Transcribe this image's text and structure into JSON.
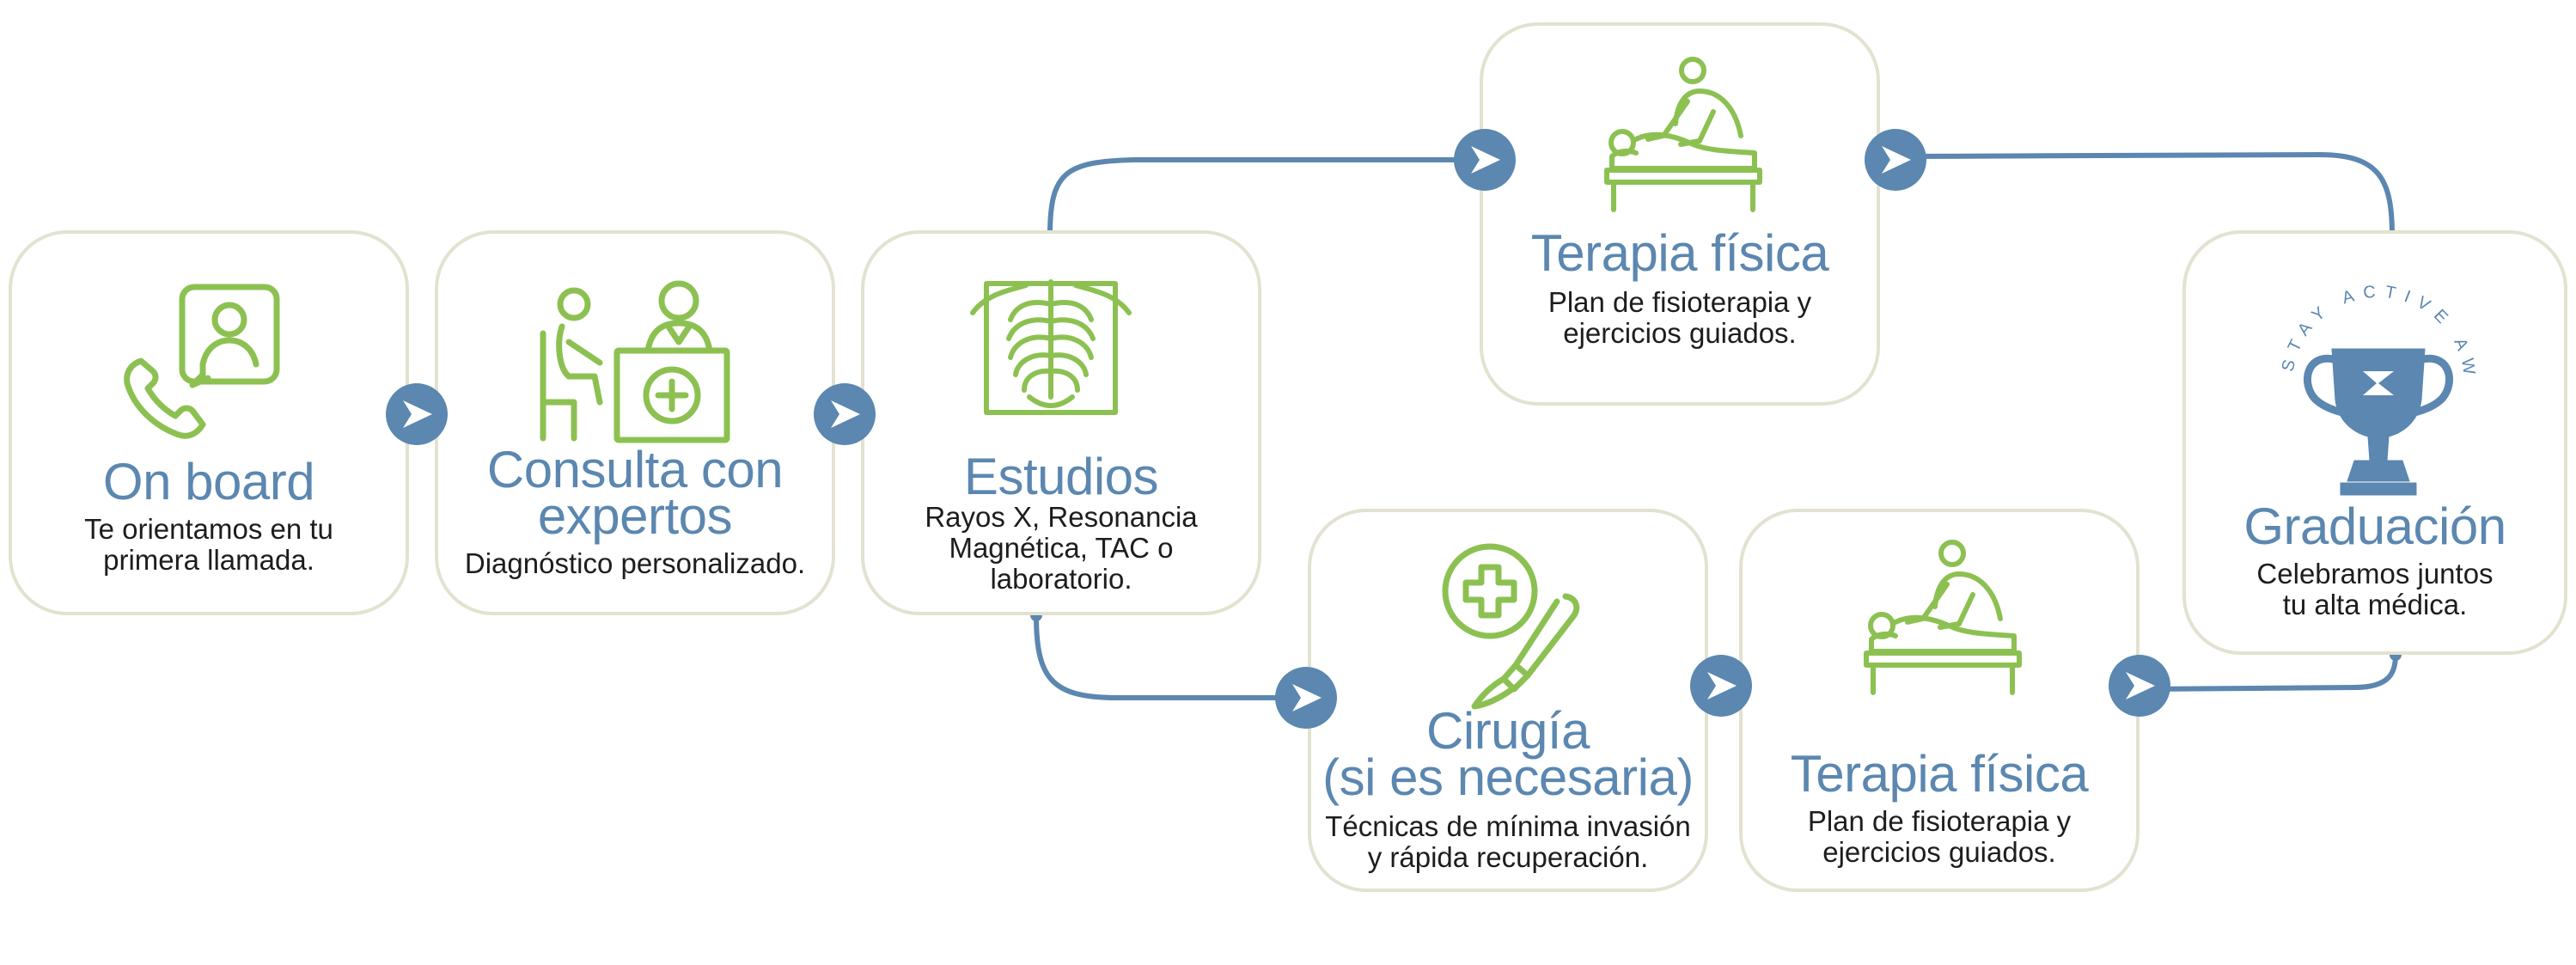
{
  "colors": {
    "accent_blue": "#5b87b0",
    "icon_green": "#8cc152",
    "border": "#e3e2d0",
    "text": "#1d1d1d"
  },
  "steps": [
    {
      "title": "On board",
      "desc": [
        "Te orientamos en tu",
        "primera llamada."
      ],
      "icon": "phone-chat-icon"
    },
    {
      "title": [
        "Consulta con",
        "expertos"
      ],
      "desc": [
        "Diagnóstico personalizado."
      ],
      "icon": "doctor-consultation-icon"
    },
    {
      "title": "Estudios",
      "desc": [
        "Rayos X, Resonancia",
        "Magnética, TAC o",
        "laboratorio."
      ],
      "icon": "xray-chest-icon"
    },
    {
      "title": "Terapia física",
      "desc": [
        "Plan de fisioterapia y",
        "ejercicios guiados."
      ],
      "icon": "physiotherapy-massage-icon"
    },
    {
      "title": [
        "Cirugía",
        "(si es necesaria)"
      ],
      "desc": [
        "Técnicas de mínima invasión",
        "y rápida recuperación."
      ],
      "icon": "scalpel-medical-icon"
    },
    {
      "title": "Terapia física",
      "desc": [
        "Plan de fisioterapia y",
        "ejercicios guiados."
      ],
      "icon": "physiotherapy-massage-icon"
    },
    {
      "title": "Graduación",
      "desc": [
        "Celebramos juntos",
        "tu alta médica."
      ],
      "icon": "trophy-award-icon"
    }
  ],
  "award_badge_text": "STAY ACTIVE AWARD"
}
